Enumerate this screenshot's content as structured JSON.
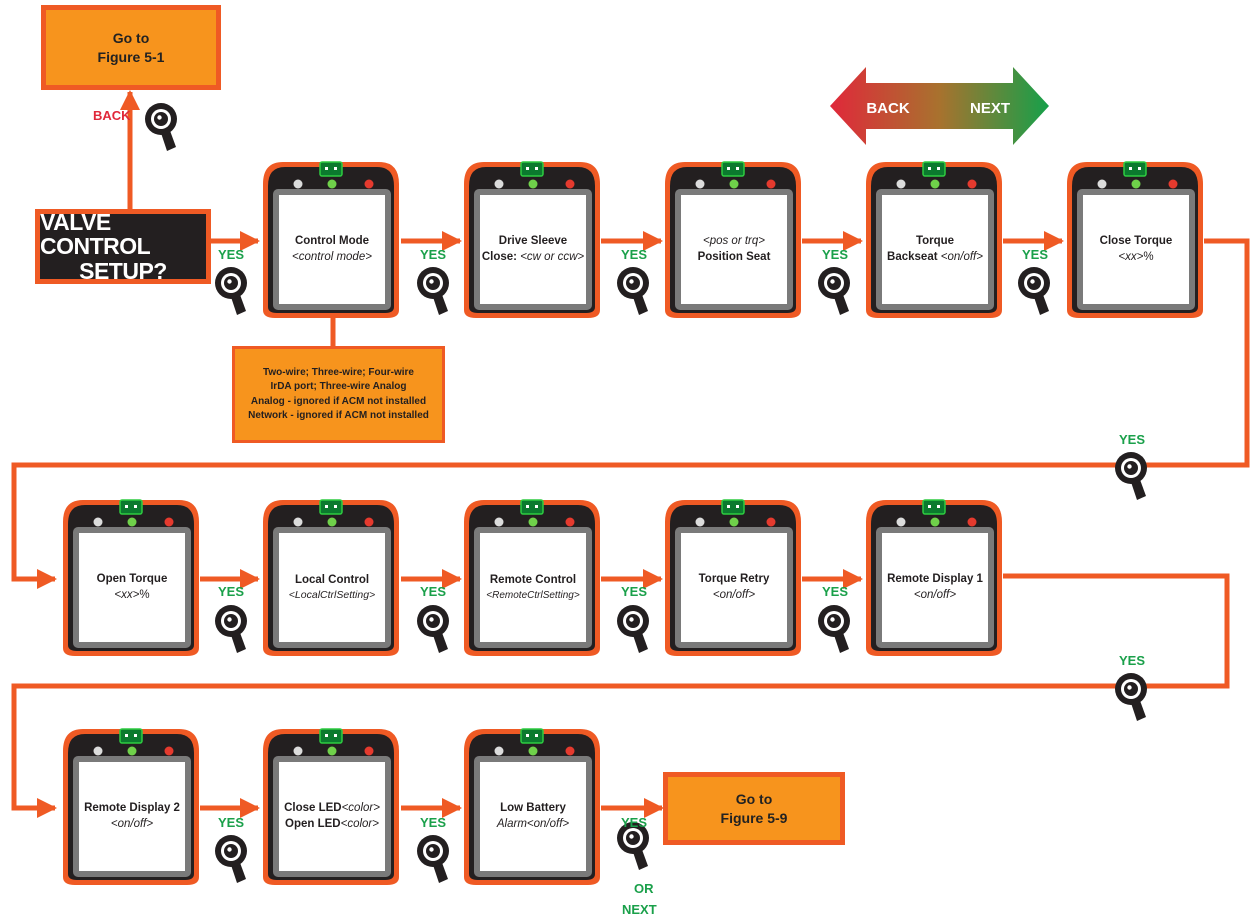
{
  "colors": {
    "orange_line": "#ef5a24",
    "box_fill": "#f7941d",
    "yes_green": "#1aa04a",
    "back_red": "#e0283a",
    "device_border": "#ef5a24",
    "device_body": "#231f20",
    "screen": "#ffffff"
  },
  "nav_arrow": {
    "back": "BACK",
    "next": "NEXT"
  },
  "start": {
    "line1": "VALVE CONTROL",
    "line2": "SETUP?"
  },
  "top_goto": {
    "line1": "Go to",
    "line2": "Figure 5-1"
  },
  "end_goto": {
    "line1": "Go to",
    "line2": "Figure 5-9"
  },
  "back_label": "BACK",
  "yes_label": "YES",
  "or_label": "OR",
  "next_label": "NEXT",
  "control_mode_options": [
    "Two-wire; Three-wire; Four-wire",
    "IrDA port; Three-wire Analog",
    "Analog - ignored if ACM not installed",
    "Network - ignored if ACM not installed"
  ],
  "screens": [
    {
      "id": "control-mode",
      "line1": "Control Mode",
      "line2": "<control mode>"
    },
    {
      "id": "drive-sleeve",
      "line1": "Drive Sleeve",
      "line2_prefix": "Close: ",
      "line2": "<cw or ccw>"
    },
    {
      "id": "position-seat",
      "line1_italic": "<pos or trq>",
      "line2_bold": "Position Seat"
    },
    {
      "id": "torque-backseat",
      "line1": "Torque",
      "line2_prefix": "Backseat ",
      "line2": "<on/off>"
    },
    {
      "id": "close-torque",
      "line1": "Close Torque",
      "line2": "<xx>",
      "line2_suffix": "%"
    },
    {
      "id": "open-torque",
      "line1": "Open Torque",
      "line2": "<xx>",
      "line2_suffix": "%"
    },
    {
      "id": "local-control",
      "line1": "Local Control",
      "line2": "<LocalCtrlSetting>"
    },
    {
      "id": "remote-control",
      "line1": "Remote Control",
      "line2": "<RemoteCtrlSetting>"
    },
    {
      "id": "torque-retry",
      "line1": "Torque Retry",
      "line2": "<on/off>"
    },
    {
      "id": "remote-display-1",
      "line1": "Remote Display 1",
      "line2": "<on/off>"
    },
    {
      "id": "remote-display-2",
      "line1": "Remote Display 2",
      "line2": "<on/off>"
    },
    {
      "id": "close-open-led",
      "line1_prefix": "Close LED",
      "line1": "<color>",
      "line2_prefix": "Open LED",
      "line2": "<color>"
    },
    {
      "id": "low-battery",
      "line1": "Low Battery",
      "line2": "Alarm<on/off>"
    }
  ]
}
